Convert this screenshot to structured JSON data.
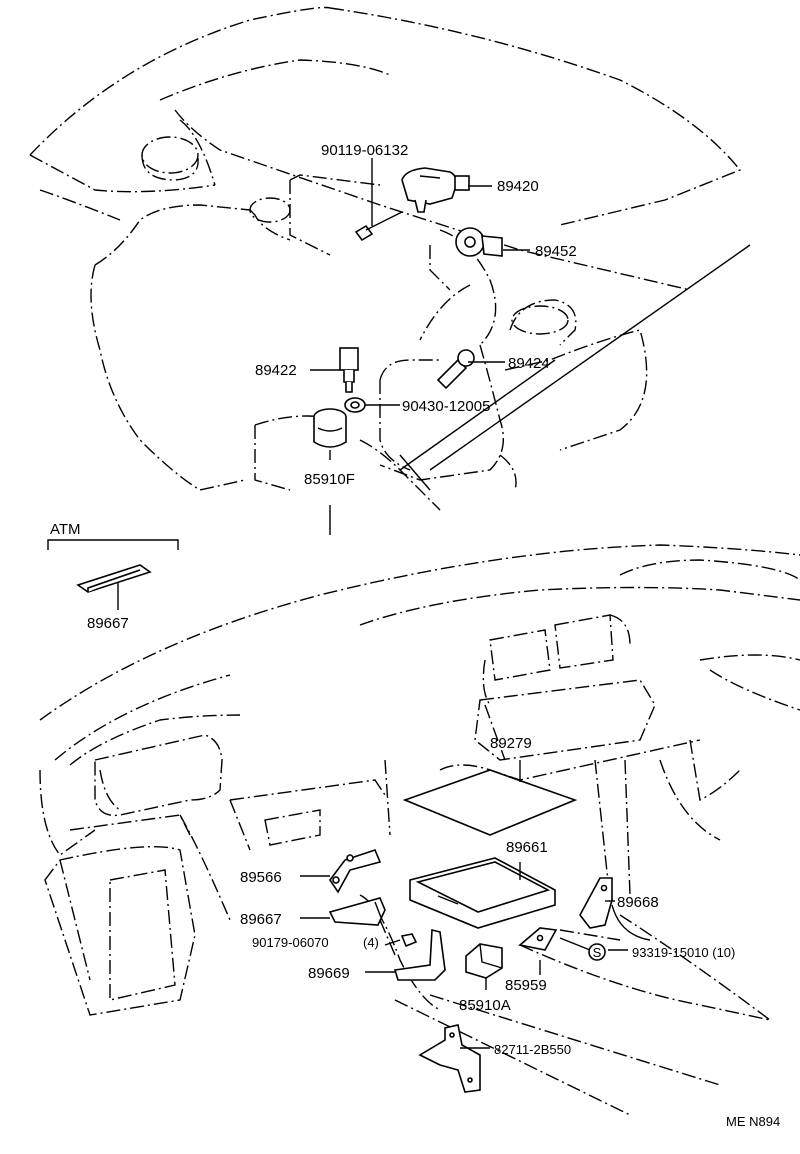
{
  "diagram": {
    "group_label": "ATM",
    "footer_code": "ME N894",
    "parts": {
      "p90119": "90119-06132",
      "p89420": "89420",
      "p89452": "89452",
      "p89422": "89422",
      "p89424": "89424",
      "p90430": "90430-12005",
      "p85910F": "85910F",
      "p89667_atm": "89667",
      "p89279": "89279",
      "p89661": "89661",
      "p89566": "89566",
      "p89668": "89668",
      "p89667": "89667",
      "p90179": "90179-06070",
      "p90179_qty": "(4)",
      "p93319": "93319-15010 (10)",
      "p93319_mark": "S",
      "p89669": "89669",
      "p85959": "85959",
      "p85910A": "85910A",
      "p82711": "82711-2B550"
    }
  }
}
